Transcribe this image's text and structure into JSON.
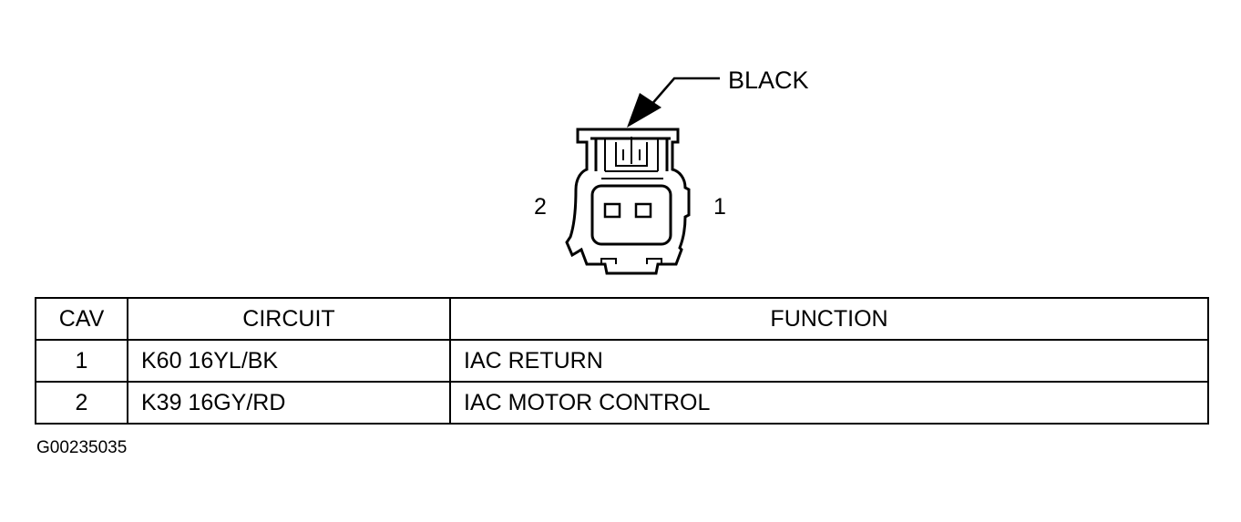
{
  "connector": {
    "color_label": "BLACK",
    "pin_left_label": "2",
    "pin_right_label": "1"
  },
  "table": {
    "headers": [
      "CAV",
      "CIRCUIT",
      "FUNCTION"
    ],
    "rows": [
      {
        "cav": "1",
        "circuit": "K60 16YL/BK",
        "function": "IAC RETURN"
      },
      {
        "cav": "2",
        "circuit": "K39 16GY/RD",
        "function": "IAC MOTOR CONTROL"
      }
    ]
  },
  "figure_id": "G00235035"
}
